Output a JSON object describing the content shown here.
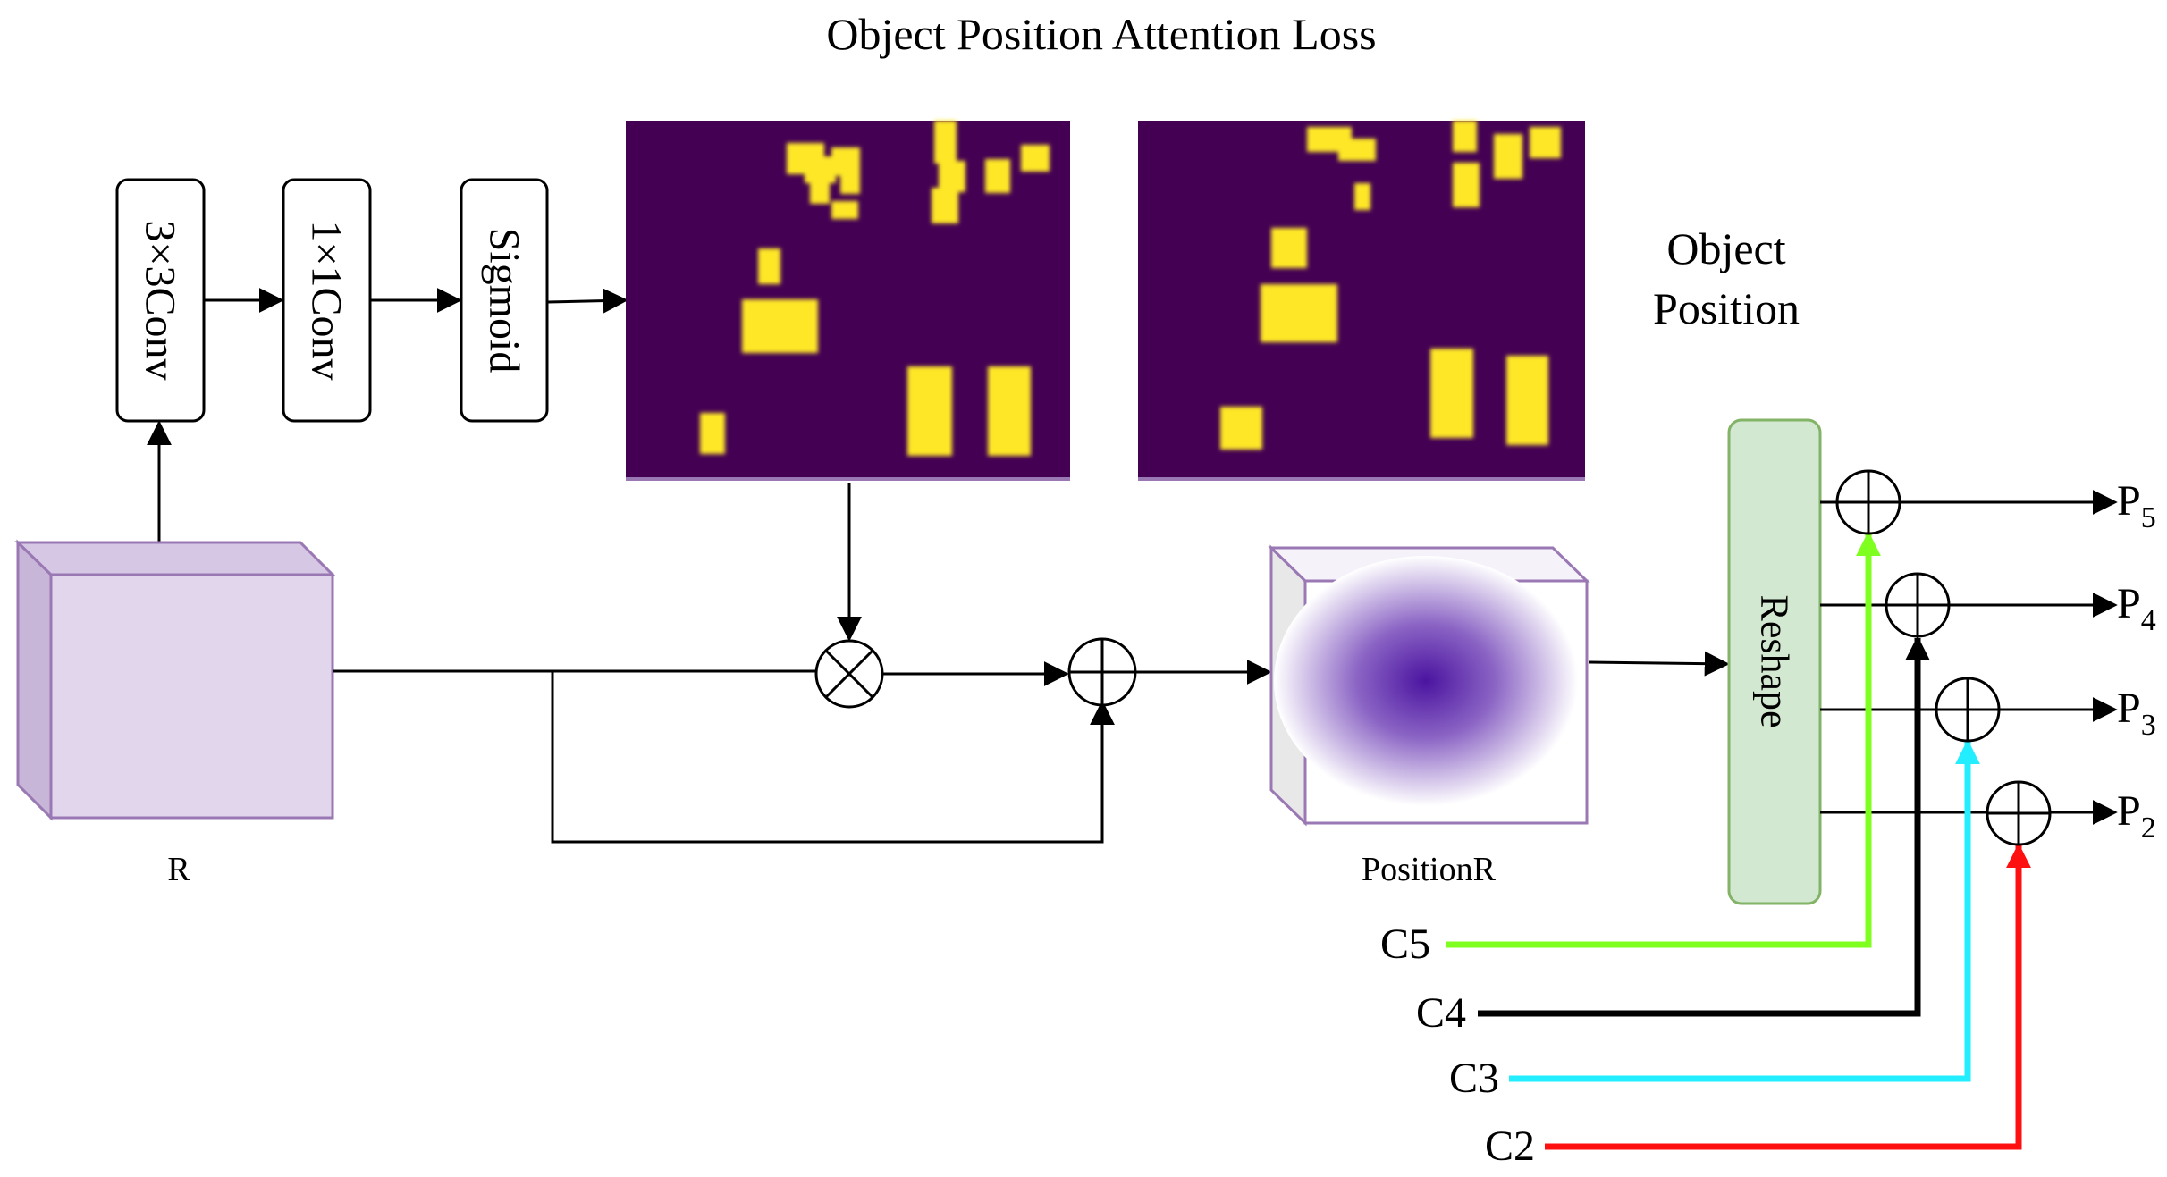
{
  "title": "Object Position Attention Loss",
  "blocks": {
    "conv3": "3×3Conv",
    "conv1": "1×1Conv",
    "sigmoid": "Sigmoid",
    "reshape": "Reshape"
  },
  "labels": {
    "r": "R",
    "position_r": "PositionR",
    "object_position_line1": "Object",
    "object_position_line2": "Position"
  },
  "outputs": [
    {
      "base": "P",
      "sub": "5"
    },
    {
      "base": "P",
      "sub": "4"
    },
    {
      "base": "P",
      "sub": "3"
    },
    {
      "base": "P",
      "sub": "2"
    }
  ],
  "inputs": [
    {
      "label": "C5",
      "color": "#7fff1f"
    },
    {
      "label": "C4",
      "color": "#000000"
    },
    {
      "label": "C3",
      "color": "#22eeff"
    },
    {
      "label": "C2",
      "color": "#ff1010"
    }
  ],
  "colors": {
    "map_background": "#440154",
    "map_blob": "#fde725",
    "cube_fill": "#e2d6ec",
    "cube_stroke": "#9a78b4",
    "position_center": "#4b14a0",
    "reshape_fill": "#d3e8d0",
    "reshape_stroke": "#82b366"
  }
}
